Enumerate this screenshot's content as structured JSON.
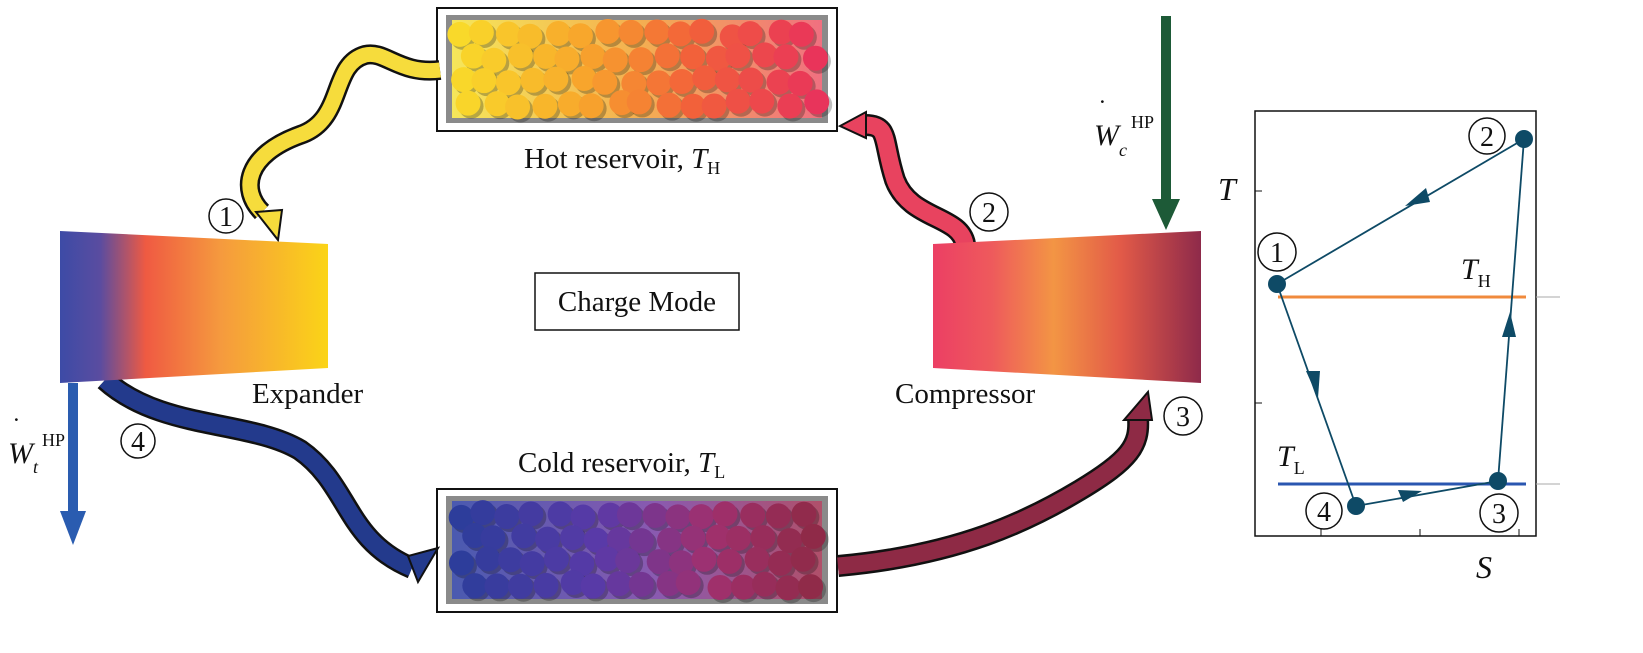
{
  "mode_label": "Charge Mode",
  "hot_reservoir": {
    "label": "Hot reservoir, ",
    "symbol": "T",
    "subscript": "H"
  },
  "cold_reservoir": {
    "label": "Cold reservoir, ",
    "symbol": "T",
    "subscript": "L"
  },
  "expander_label": "Expander",
  "compressor_label": "Compressor",
  "work_compressor": {
    "symbol": "W",
    "subscript": "c",
    "superscript": "HP"
  },
  "work_turbine": {
    "symbol": "W",
    "subscript": "t",
    "superscript": "HP"
  },
  "state_numbers": [
    "1",
    "2",
    "3",
    "4"
  ],
  "ts_diagram": {
    "y_axis_label": "T",
    "x_axis_label": "S",
    "th_label": {
      "symbol": "T",
      "subscript": "H"
    },
    "tl_label": {
      "symbol": "T",
      "subscript": "L"
    },
    "th_color": "#f08a3c",
    "tl_color": "#2a56b0",
    "point_color": "#0e4a66"
  },
  "colors": {
    "hot_flow": "#f6dc3c",
    "hot_return": "#e8435f",
    "cold_flow": "#233a8c",
    "cold_return": "#8e2a45",
    "work_in": "#1d5a37",
    "work_out": "#2a5cb0"
  }
}
